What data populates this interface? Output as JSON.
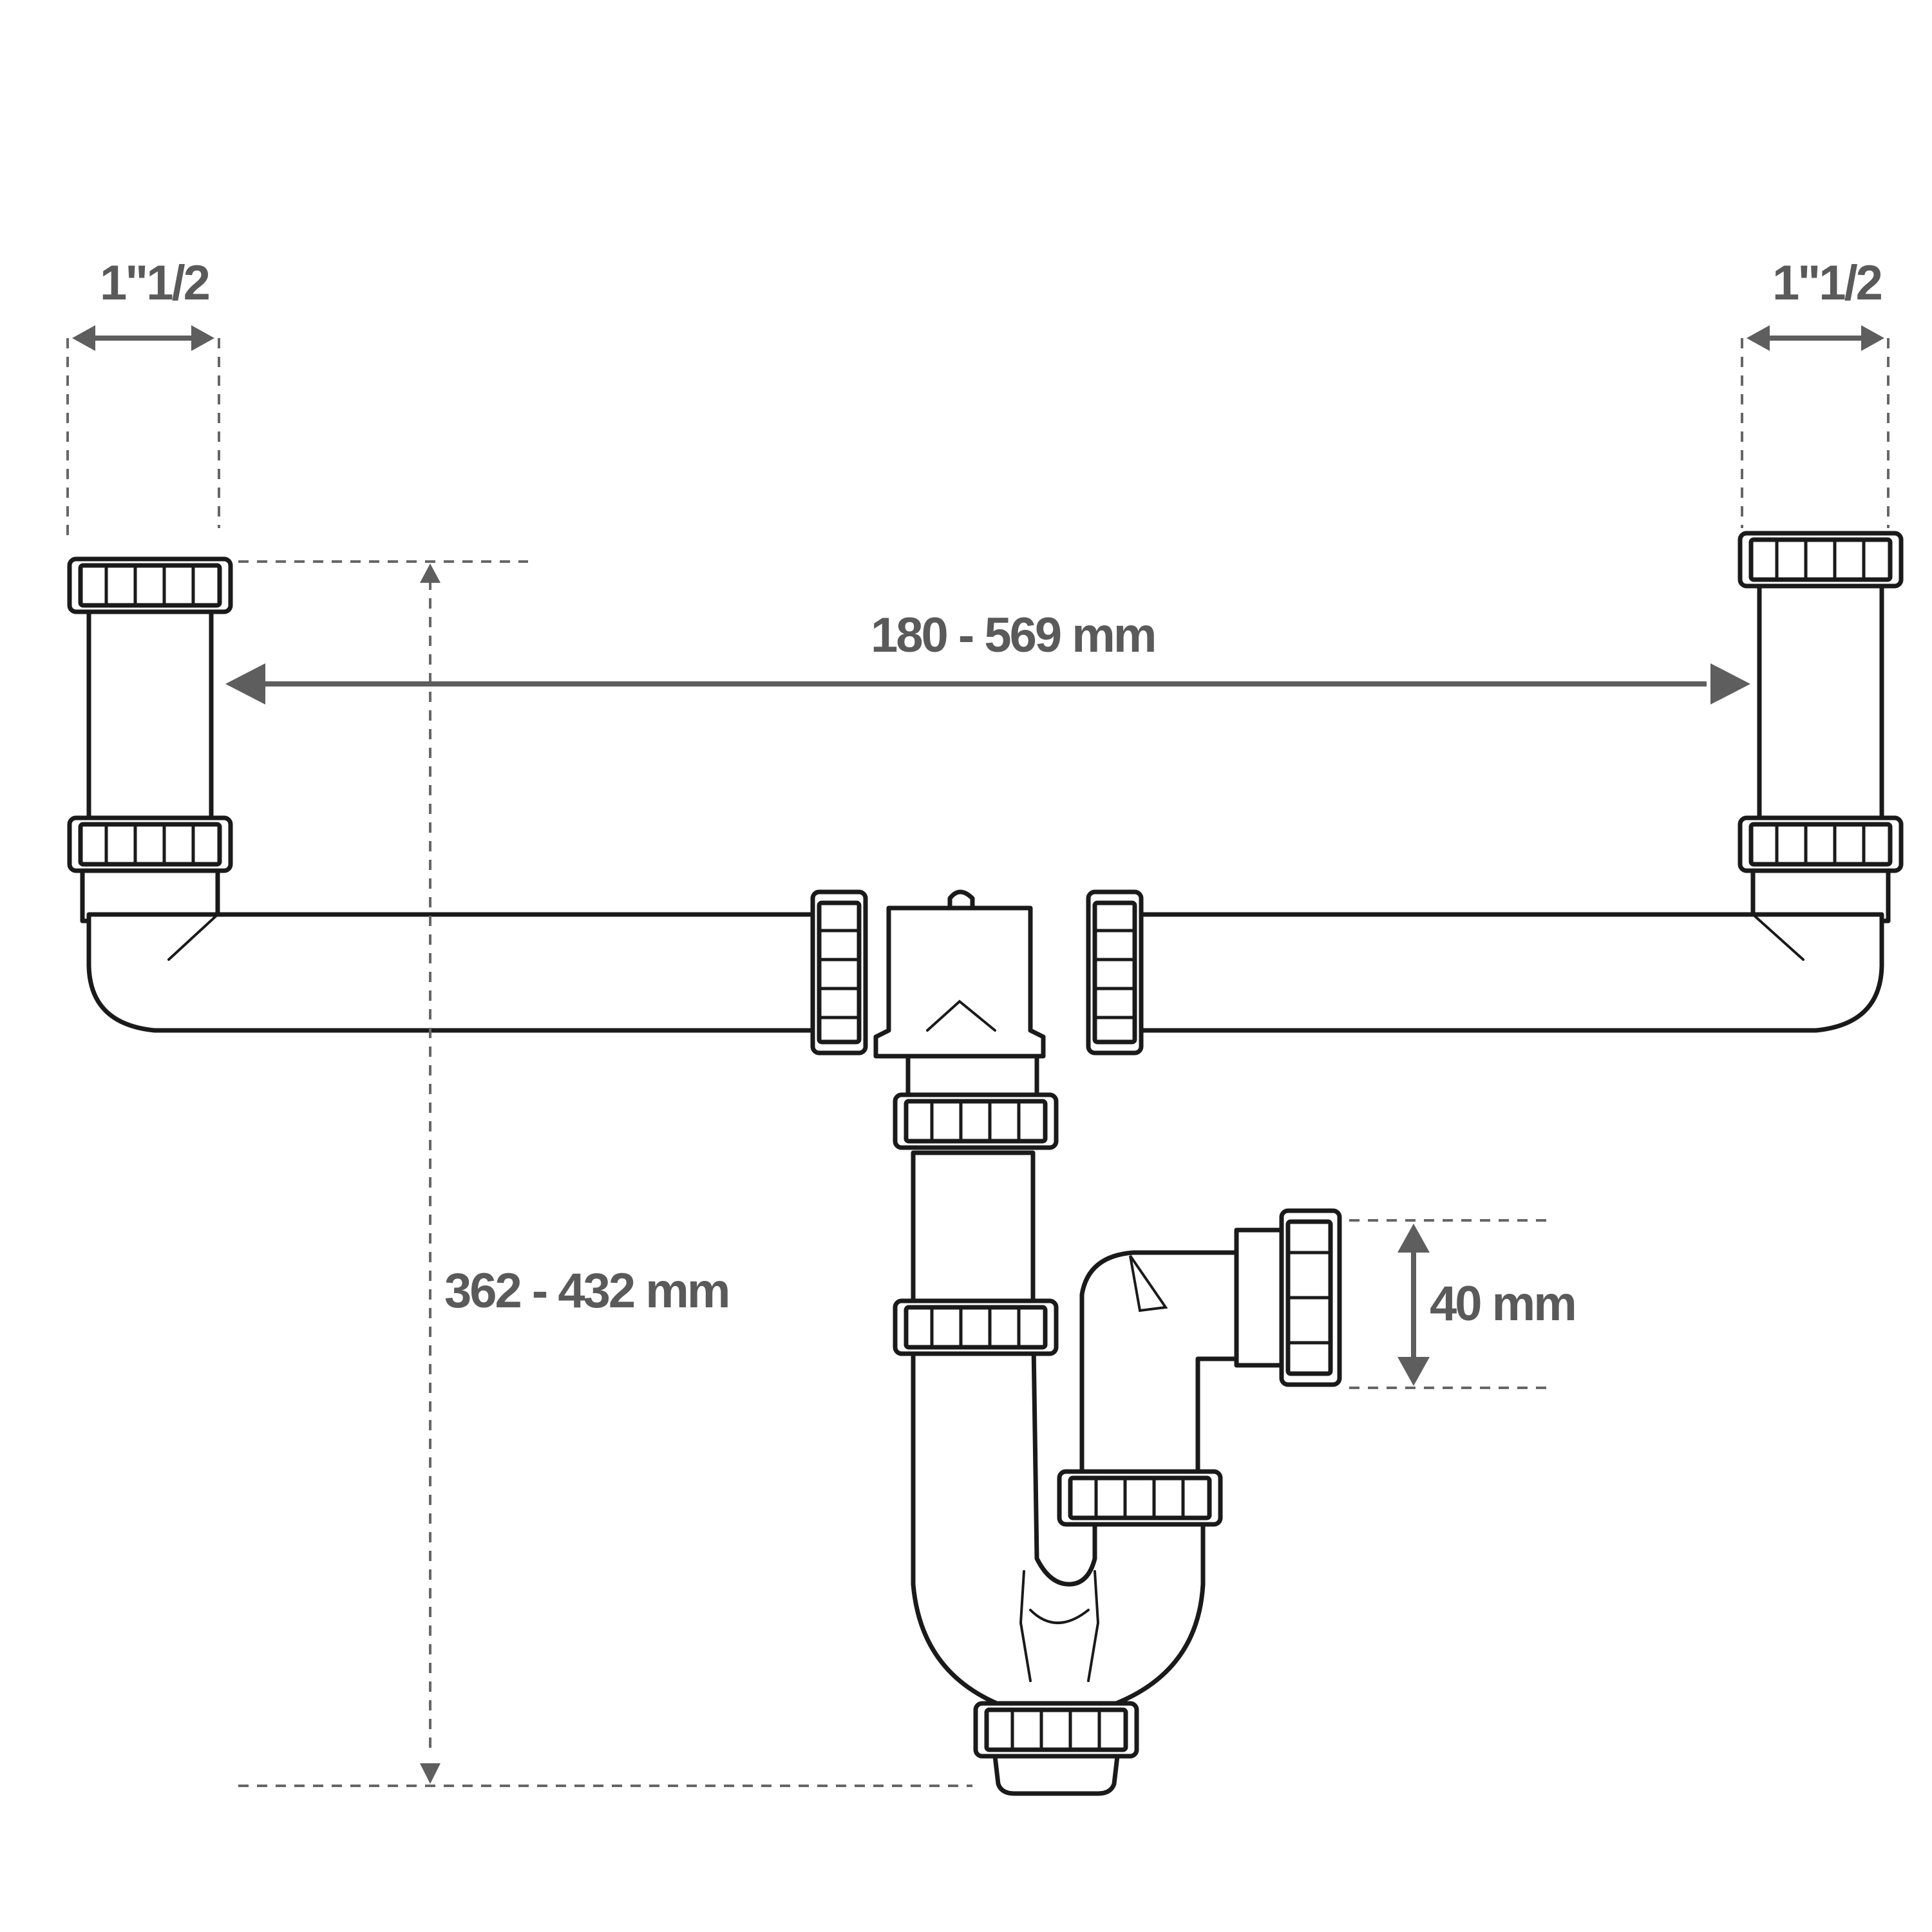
{
  "dimensions": {
    "left_inlet_size": "1\"1/2",
    "right_inlet_size": "1\"1/2",
    "inlet_spacing": "180 - 569 mm",
    "total_height": "362 - 432 mm",
    "outlet_size": "40 mm"
  },
  "colors": {
    "outline": "#1a1a1a",
    "dimension": "#5e5e5e",
    "background": "#ffffff"
  }
}
